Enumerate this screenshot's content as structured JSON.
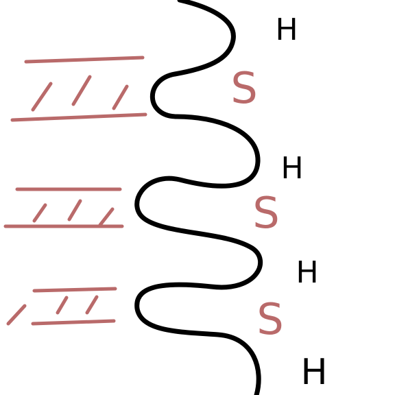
{
  "colors": {
    "background": "#ffffff",
    "backbone": "#000000",
    "sulfur": "#b96a6a",
    "planes": "#b96a6a",
    "hydrogen": "#000000"
  },
  "labels": {
    "sulfur": "S",
    "hydrogen": "H"
  },
  "units": [
    {
      "sulfur_label": "S",
      "hydrogen_label": "H"
    },
    {
      "sulfur_label": "S",
      "hydrogen_label": "H"
    },
    {
      "sulfur_label": "S",
      "hydrogen_label": "H"
    },
    {
      "sulfur_label": "H"
    }
  ]
}
